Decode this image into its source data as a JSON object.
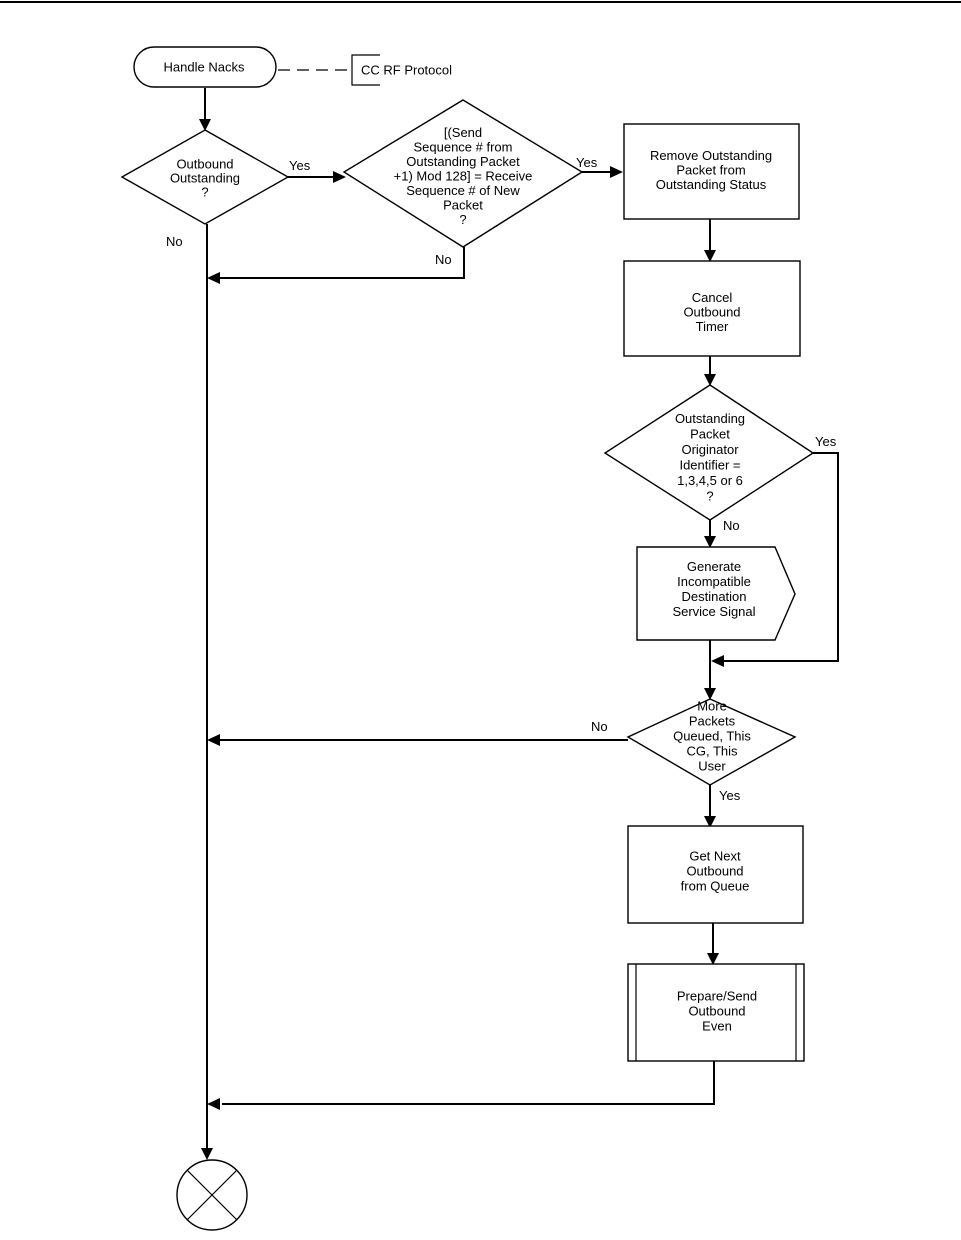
{
  "nodes": {
    "start": {
      "lines": [
        "Handle Nacks"
      ]
    },
    "annotation": {
      "lines": [
        "CC RF Protocol"
      ]
    },
    "d_outbound": {
      "lines": [
        "Outbound",
        "Outstanding",
        "?"
      ]
    },
    "d_sequence": {
      "lines": [
        "[(Send",
        "Sequence # from",
        "Outstanding Packet",
        "+1) Mod 128] = Receive",
        "Sequence # of New",
        "Packet",
        "?"
      ]
    },
    "p_remove": {
      "lines": [
        "Remove Outstanding",
        "Packet from",
        "Outstanding Status"
      ]
    },
    "p_cancel": {
      "lines": [
        "Cancel",
        "Outbound",
        "Timer"
      ]
    },
    "d_originator": {
      "lines": [
        "Outstanding",
        "Packet",
        "Originator",
        "Identifier =",
        "1,3,4,5 or 6",
        "?"
      ]
    },
    "p_generate": {
      "lines": [
        "Generate",
        "Incompatible",
        "Destination",
        "Service Signal"
      ]
    },
    "d_more": {
      "lines": [
        "More",
        "Packets",
        "Queued, This",
        "CG, This",
        "User"
      ]
    },
    "p_getnext": {
      "lines": [
        "Get Next",
        "Outbound",
        "from Queue"
      ]
    },
    "p_prepare": {
      "lines": [
        "Prepare/Send",
        "Outbound",
        "Even"
      ]
    }
  },
  "edge_labels": {
    "outbound_yes": "Yes",
    "outbound_no": "No",
    "sequence_yes": "Yes",
    "sequence_no": "No",
    "originator_yes": "Yes",
    "originator_no": "No",
    "more_no": "No",
    "more_yes": "Yes"
  }
}
